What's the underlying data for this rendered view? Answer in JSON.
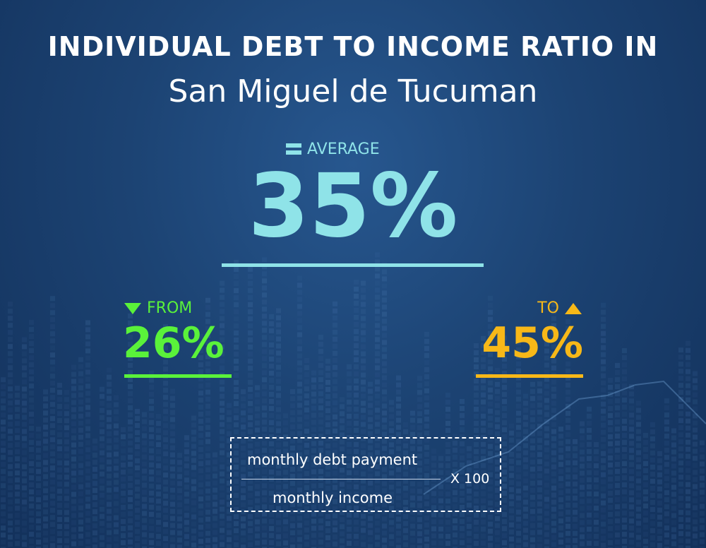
{
  "title": "INDIVIDUAL DEBT TO INCOME RATIO IN",
  "city": "San Miguel de Tucuman",
  "average": {
    "label": "AVERAGE",
    "value": "35%",
    "icon": "equals-icon"
  },
  "from": {
    "label": "FROM",
    "value": "26%",
    "icon": "triangle-down-icon"
  },
  "to": {
    "label": "TO",
    "value": "45%",
    "icon": "triangle-up-icon"
  },
  "formula": {
    "numerator": "monthly debt payment",
    "denominator": "monthly income",
    "multiplier": "X 100"
  },
  "colors": {
    "average": "#8fe3e8",
    "from": "#5af23a",
    "to": "#f7b818",
    "background": "#1c4373"
  }
}
